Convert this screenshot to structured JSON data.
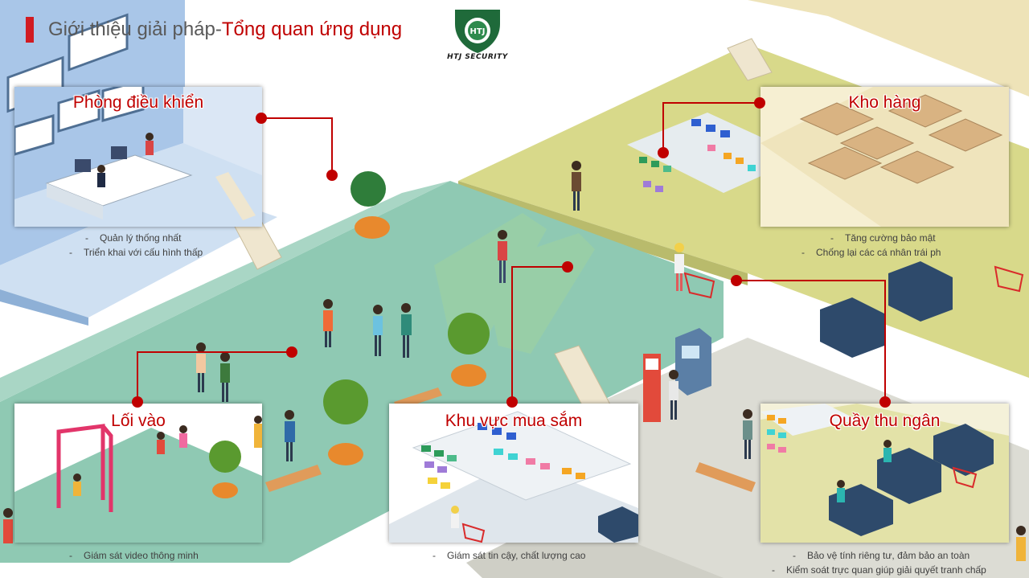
{
  "header": {
    "title_prefix": "Giới thiệu giải pháp- ",
    "title_main": "Tổng quan ứng dụng"
  },
  "logo": {
    "text": "HTJ SECURITY",
    "badge": "HTJ"
  },
  "colors": {
    "accent_red": "#c00000",
    "title_bar": "#d11b22",
    "floor_teal": "#8fc9b3",
    "floor_yellow": "#d8d98a",
    "control_room_blue": "#a9c6e8"
  },
  "panels": {
    "control_room": {
      "title": "Phòng điều khiển",
      "bullets": [
        "Quản lý thống nhất",
        "Triển khai với cấu hình thấp"
      ]
    },
    "warehouse": {
      "title": "Kho hàng",
      "bullets": [
        "Tăng cường bảo mật",
        "Chống lại các cá nhân trái ph"
      ]
    },
    "entrance": {
      "title": "Lối vào",
      "bullets": [
        "Giám sát video thông minh"
      ]
    },
    "shopping_area": {
      "title": "Khu vực mua sắm",
      "bullets": [
        "Giám sát tin cậy, chất lượng cao"
      ]
    },
    "cashier": {
      "title": "Quầy thu ngân",
      "bullets": [
        "Bảo vệ tính riêng tư, đảm bảo an toàn",
        "Kiểm soát trực quan giúp giải quyết tranh chấp"
      ]
    }
  }
}
